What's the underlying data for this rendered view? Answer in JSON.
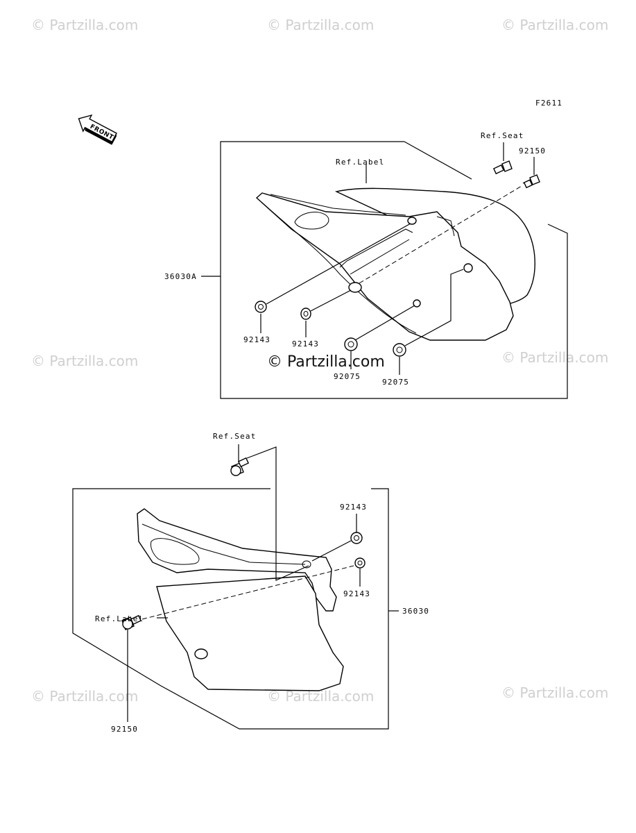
{
  "figure_code": "F2611",
  "front_arrow": {
    "label": "FRONT"
  },
  "watermarks": {
    "text": "© Partzilla.com",
    "center_text": "© Partzilla.com"
  },
  "top_assembly": {
    "part_number": "36030A",
    "callouts": {
      "ref_label": "Ref.Label",
      "ref_seat": "Ref.Seat",
      "bolt": "92150",
      "grommet_left": "92143",
      "grommet_center": "92143",
      "collar_left": "92075",
      "collar_right": "92075"
    }
  },
  "bottom_assembly": {
    "part_number": "36030",
    "callouts": {
      "ref_seat": "Ref.Seat",
      "grommet_top": "92143",
      "grommet_bottom": "92143",
      "ref_label": "Ref.Label",
      "bolt": "92150"
    }
  }
}
